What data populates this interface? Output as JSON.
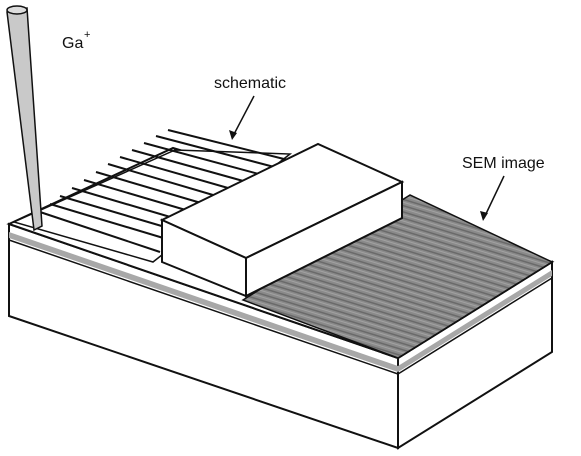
{
  "labels": {
    "ion": "Ga",
    "ion_charge": "+",
    "schematic": "schematic",
    "sem": "SEM image"
  },
  "colors": {
    "outline": "#111111",
    "face": "#ffffff",
    "beam": "#c9c9c9",
    "interlayer": "#a8a8a8",
    "sem_dark": "#6f6f6f",
    "sem_light": "#9a9a9a"
  }
}
